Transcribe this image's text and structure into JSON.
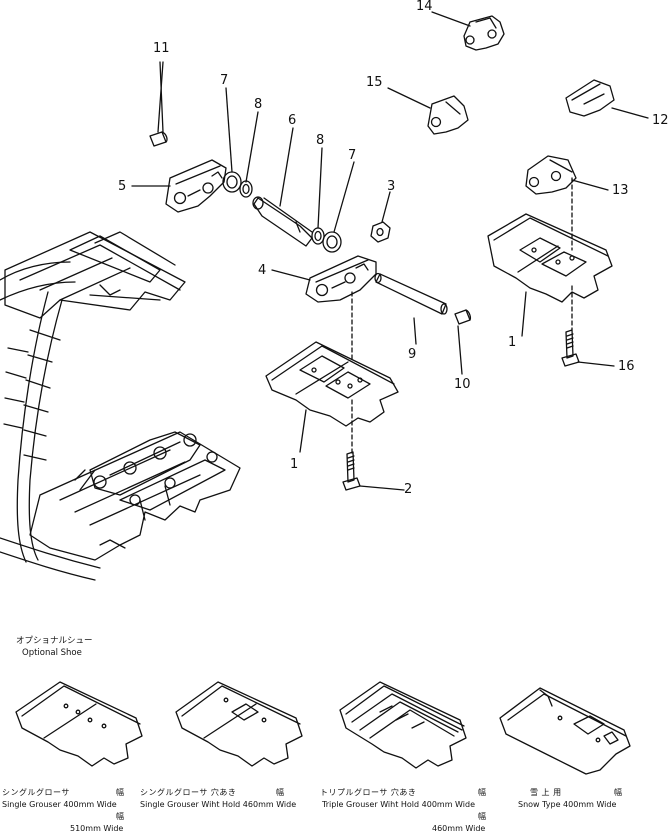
{
  "callouts": {
    "c1a": "1",
    "c1b": "1",
    "c2": "2",
    "c3": "3",
    "c4": "4",
    "c5": "5",
    "c6": "6",
    "c7a": "7",
    "c7b": "7",
    "c8a": "8",
    "c8b": "8",
    "c9": "9",
    "c10": "10",
    "c11": "11",
    "c12": "12",
    "c13": "13",
    "c14": "14",
    "c15": "15",
    "c16": "16"
  },
  "optional": {
    "jp": "オプショナルシュー",
    "en": "Optional Shoe"
  },
  "shoes": [
    {
      "jp": "シングルグローサ",
      "jp_extra": "幅",
      "en": "Single Grouser 400mm Wide",
      "en_extra": "510mm Wide",
      "extra_jp": "幅"
    },
    {
      "jp": "シングルグローサ 穴あき",
      "jp_extra": "幅",
      "en": "Single Grouser Wiht Hold 460mm Wide"
    },
    {
      "jp": "トリプルグローサ 穴あき",
      "jp_extra": "幅",
      "en": "Triple Grouser Wiht Hold 400mm Wide",
      "en_extra": "460mm Wide",
      "extra_jp": "幅"
    },
    {
      "jp": "雪 上 用",
      "jp_extra": "幅",
      "en": "Snow Type 400mm Wide"
    }
  ]
}
